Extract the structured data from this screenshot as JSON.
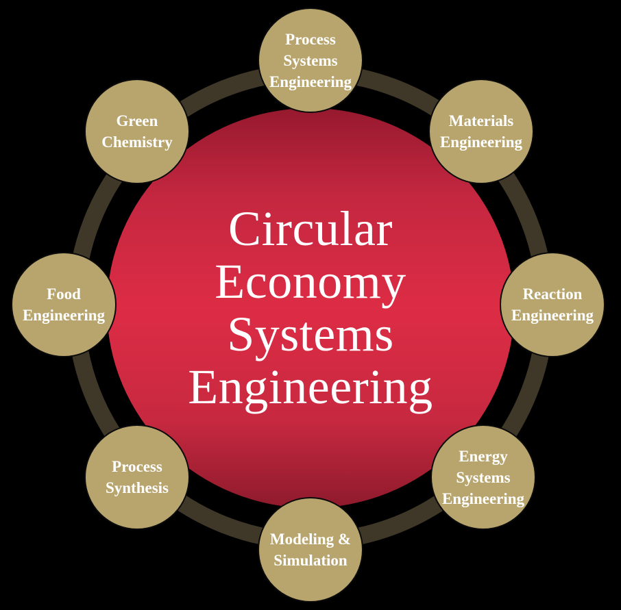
{
  "diagram": {
    "type": "hub-and-spoke circular diagram",
    "colors": {
      "background": "#000000",
      "ring": "#3f3829",
      "center_fill_mid": "#dd2c45",
      "center_fill_edge": "#8e1a2c",
      "node_fill": "#b8a56e",
      "node_border": "#0b0b0b",
      "text": "#ffffff"
    },
    "center": {
      "title_lines": [
        "Circular",
        "Economy",
        "Systems",
        "Engineering"
      ]
    },
    "nodes": [
      {
        "id": "process-systems-engineering",
        "lines": [
          "Process",
          "Systems",
          "Engineering"
        ],
        "position": "top"
      },
      {
        "id": "materials-engineering",
        "lines": [
          "Materials",
          "Engineering"
        ],
        "position": "top-right"
      },
      {
        "id": "reaction-engineering",
        "lines": [
          "Reaction",
          "Engineering"
        ],
        "position": "right"
      },
      {
        "id": "energy-systems-engineering",
        "lines": [
          "Energy",
          "Systems",
          "Engineering"
        ],
        "position": "bottom-right"
      },
      {
        "id": "modeling-simulation",
        "lines": [
          "Modeling &",
          "Simulation"
        ],
        "position": "bottom"
      },
      {
        "id": "process-synthesis",
        "lines": [
          "Process",
          "Synthesis"
        ],
        "position": "bottom-left"
      },
      {
        "id": "food-engineering",
        "lines": [
          "Food",
          "Engineering"
        ],
        "position": "left"
      },
      {
        "id": "green-chemistry",
        "lines": [
          "Green",
          "Chemistry"
        ],
        "position": "top-left"
      }
    ]
  }
}
